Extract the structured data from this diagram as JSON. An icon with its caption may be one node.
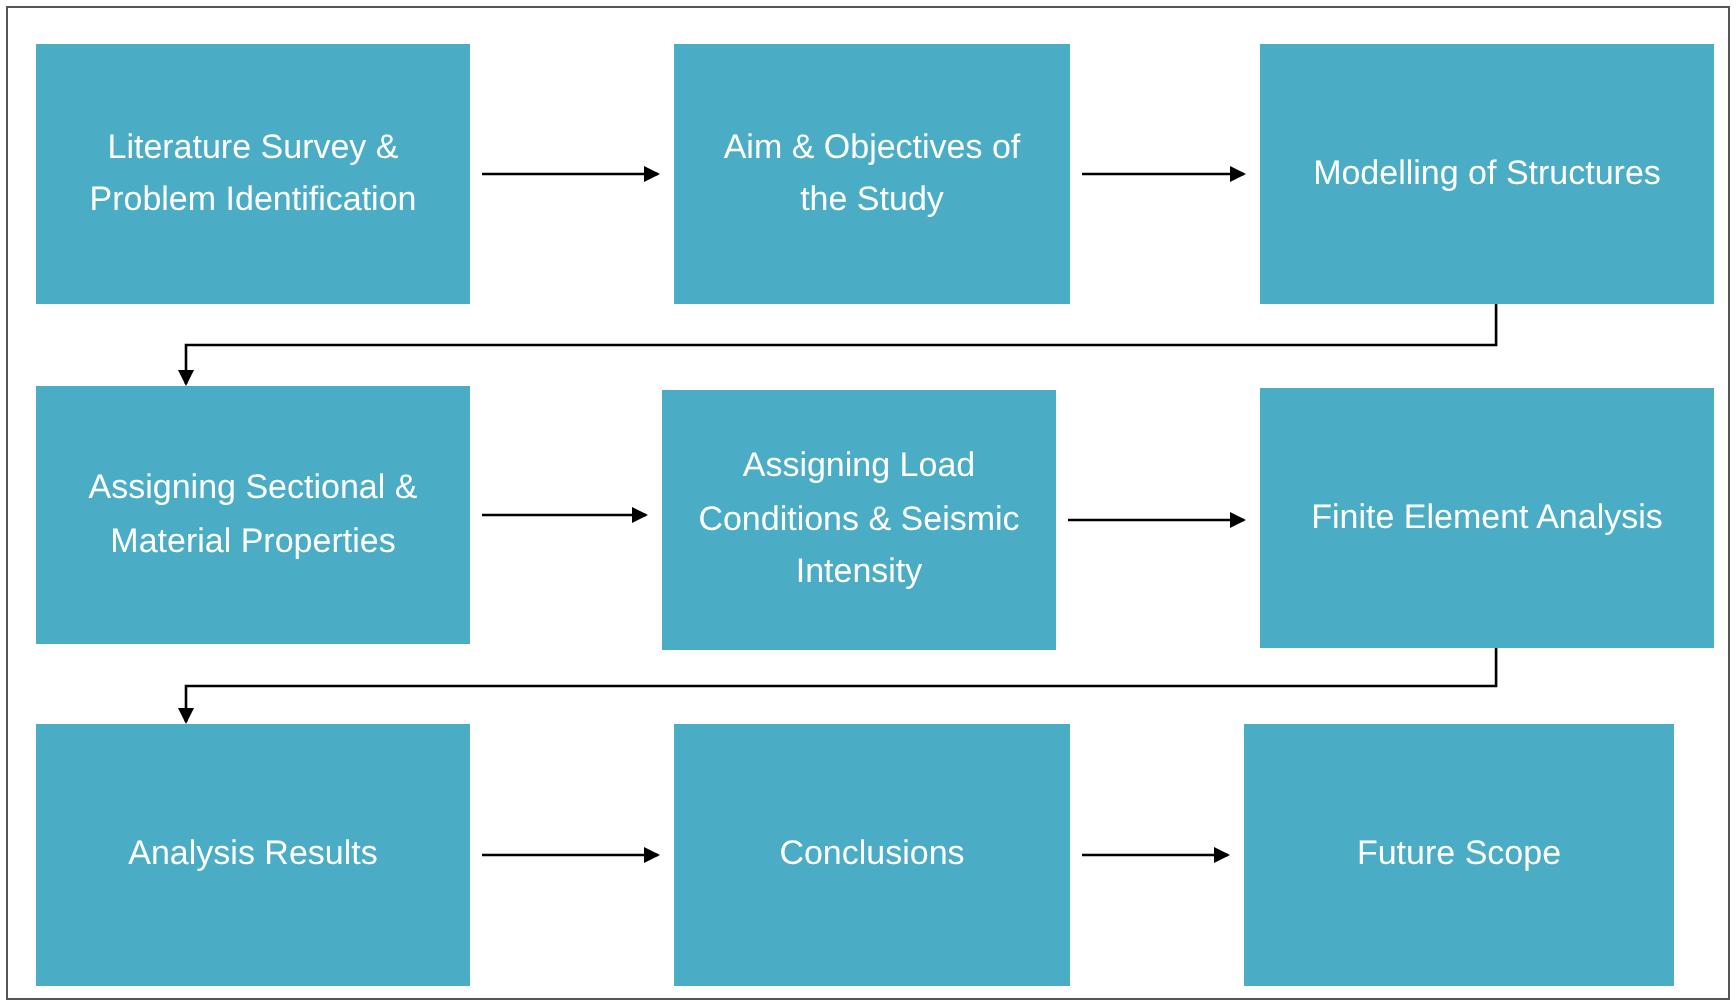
{
  "diagram": {
    "nodes": [
      {
        "text": [
          "Literature Survey & Problem Identification"
        ]
      },
      {
        "text": [
          "Aim & Objectives of the Study"
        ]
      },
      {
        "text": [
          "Modelling of Structures"
        ]
      },
      {
        "text": [
          "Assigning Sectional & Material Properties"
        ]
      },
      {
        "text": [
          "Assigning Load Conditions & Seismic Intensity"
        ]
      },
      {
        "text": [
          "Finite Element Analysis"
        ]
      },
      {
        "text": [
          "Analysis Results"
        ]
      },
      {
        "text": [
          "Conclusions"
        ]
      },
      {
        "text": [
          "Future Scope"
        ]
      }
    ],
    "edges": [
      {
        "from": 0,
        "to": 1,
        "arrow": "to"
      },
      {
        "from": 1,
        "to": 2,
        "arrow": "to"
      },
      {
        "from": 2,
        "to": 3,
        "arrow": "to"
      },
      {
        "from": 3,
        "to": 4,
        "arrow": "to"
      },
      {
        "from": 4,
        "to": 5,
        "arrow": "to"
      },
      {
        "from": 5,
        "to": 6,
        "arrow": "to"
      },
      {
        "from": 6,
        "to": 7,
        "arrow": "to"
      },
      {
        "from": 7,
        "to": 8,
        "arrow": "to"
      }
    ]
  }
}
